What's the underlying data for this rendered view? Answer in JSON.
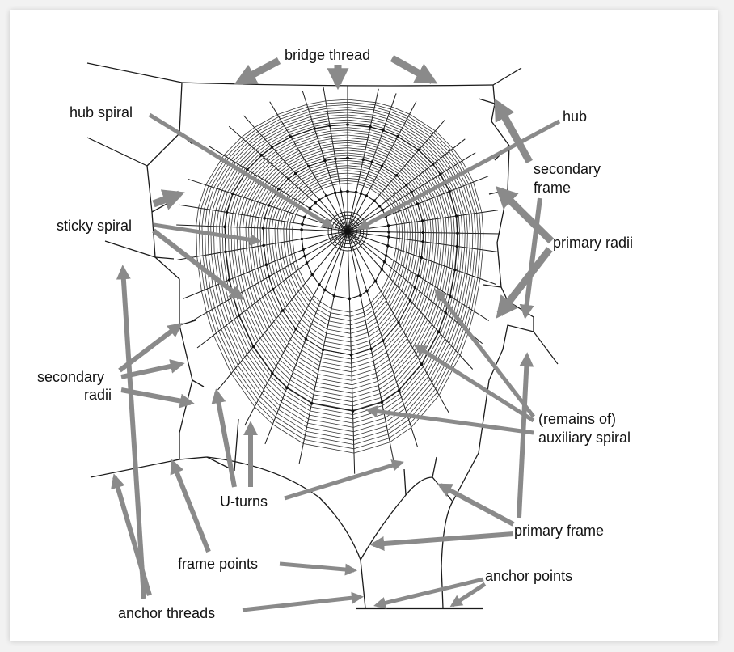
{
  "labels": {
    "bridge_thread": "bridge thread",
    "hub_spiral": "hub spiral",
    "hub": "hub",
    "secondary_frame_1": "secondary",
    "secondary_frame_2": "frame",
    "primary_radii": "primary radii",
    "sticky_spiral": "sticky spiral",
    "secondary_radii_1": "secondary",
    "secondary_radii_2": "radii",
    "auxiliary_spiral_1": "(remains of)",
    "auxiliary_spiral_2": "auxiliary spiral",
    "u_turns": "U-turns",
    "primary_frame": "primary frame",
    "frame_points": "frame points",
    "anchor_points": "anchor points",
    "anchor_threads": "anchor threads"
  },
  "colors": {
    "background": "#f2f2f2",
    "paper": "#ffffff",
    "thread": "#1a1a1a",
    "arrow": "#8a8a8a"
  }
}
